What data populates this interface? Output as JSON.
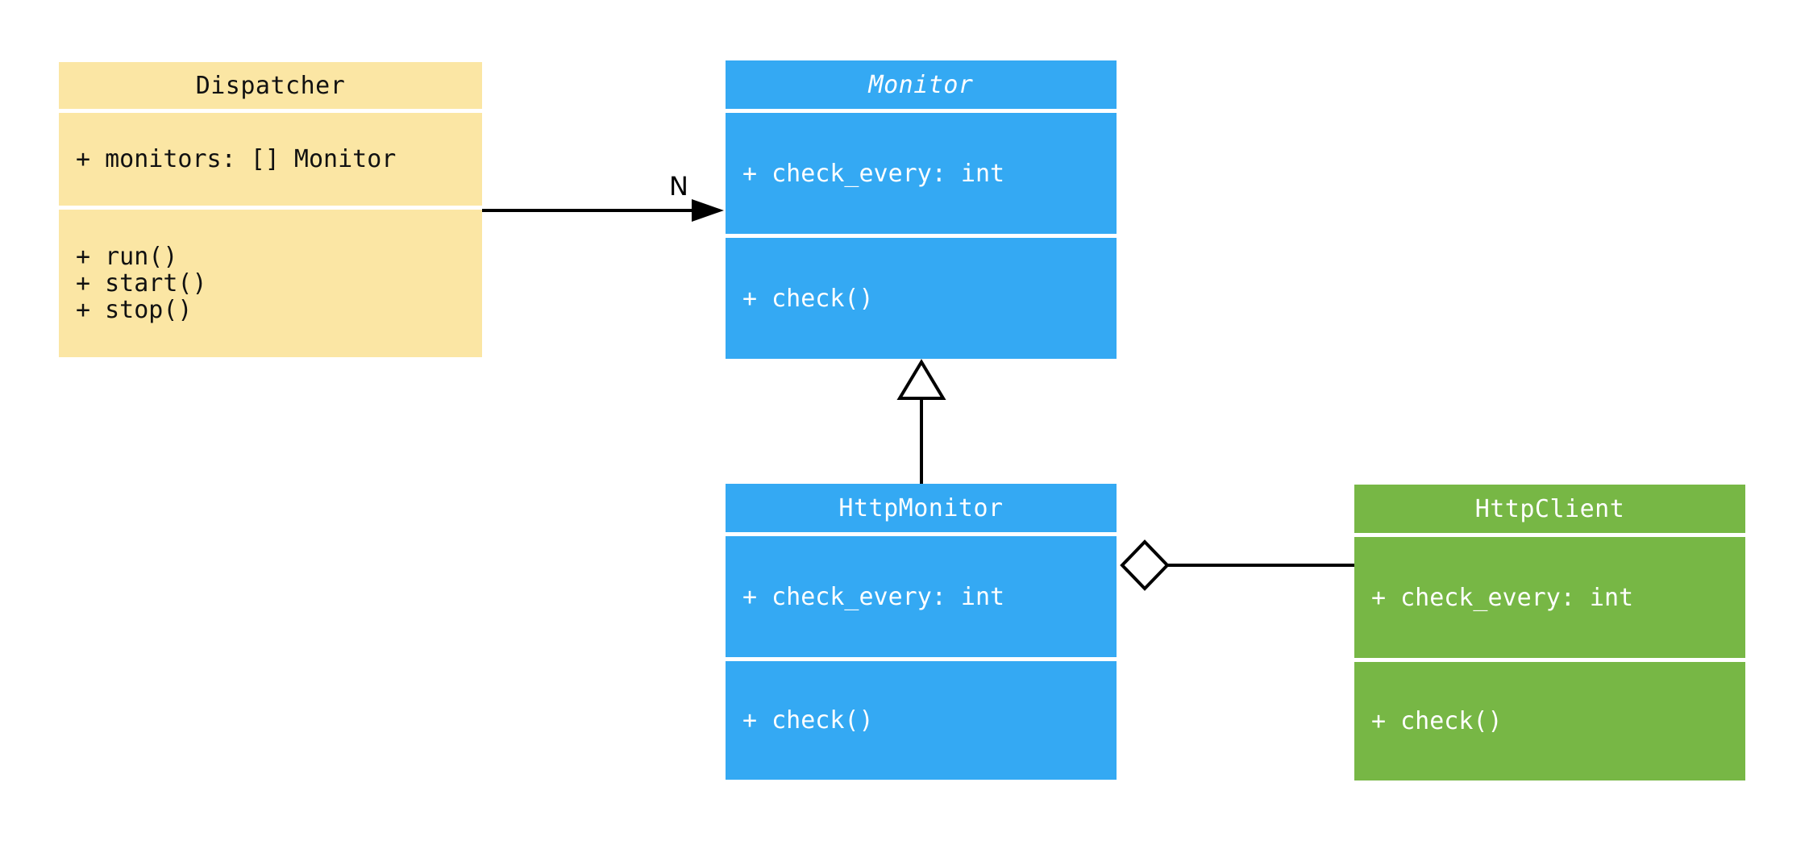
{
  "diagram": {
    "kind": "uml-class-diagram",
    "background_color": "#ffffff",
    "connector_color": "#000000"
  },
  "classes": {
    "dispatcher": {
      "name": "Dispatcher",
      "abstract": false,
      "fill_color": "#FBE6A4",
      "text_color": "#111111",
      "attributes": [
        "+ monitors: [] Monitor"
      ],
      "methods": [
        "+ run()",
        "+ start()",
        "+ stop()"
      ]
    },
    "monitor": {
      "name": "Monitor",
      "abstract": true,
      "fill_color": "#34A9F3",
      "text_color": "#ffffff",
      "attributes": [
        "+ check_every: int"
      ],
      "methods": [
        "+ check()"
      ]
    },
    "http_monitor": {
      "name": "HttpMonitor",
      "abstract": false,
      "fill_color": "#34A9F3",
      "text_color": "#ffffff",
      "attributes": [
        "+ check_every: int"
      ],
      "methods": [
        "+ check()"
      ]
    },
    "http_client": {
      "name": "HttpClient",
      "abstract": false,
      "fill_color": "#77B745",
      "text_color": "#ffffff",
      "attributes": [
        "+ check_every: int"
      ],
      "methods": [
        "+ check()"
      ]
    }
  },
  "relationships": {
    "dispatcher_to_monitor": {
      "type": "directed-association",
      "from": "Dispatcher",
      "to": "Monitor",
      "multiplicity_label": "N"
    },
    "httpmonitor_to_monitor": {
      "type": "generalization",
      "from": "HttpMonitor",
      "to": "Monitor"
    },
    "httpmonitor_to_httpclient": {
      "type": "aggregation",
      "from": "HttpMonitor",
      "to": "HttpClient"
    }
  }
}
